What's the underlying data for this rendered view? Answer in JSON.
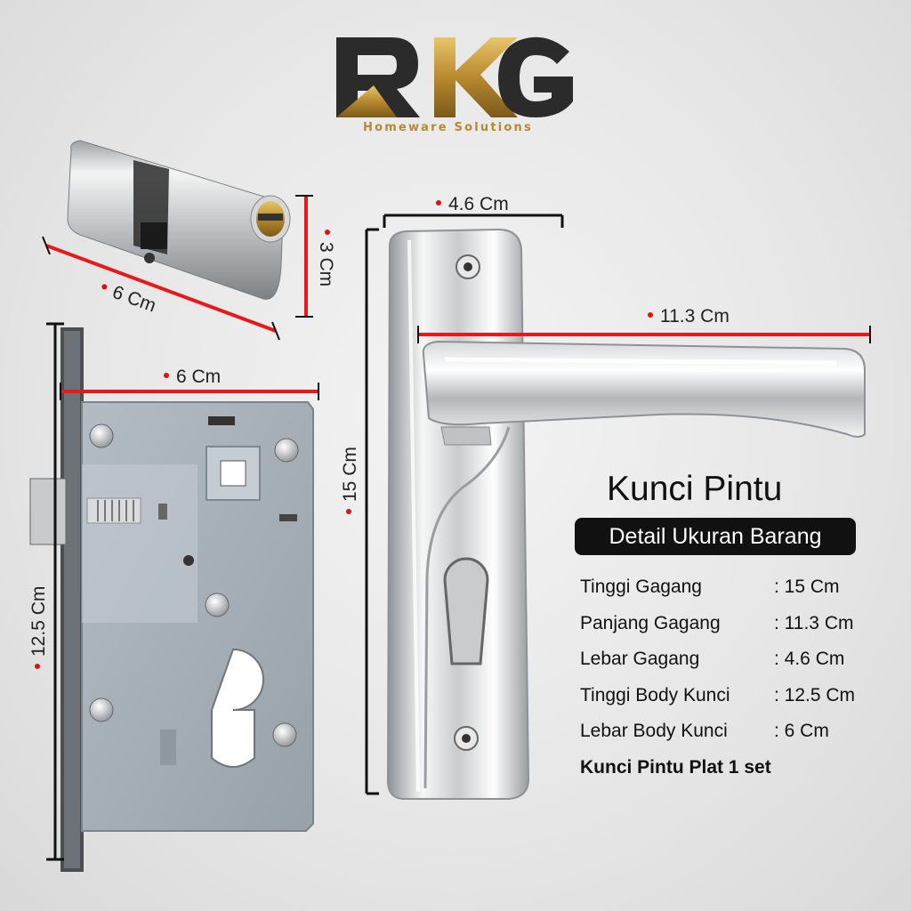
{
  "brand": {
    "logo_text": "RKG",
    "tagline": "Homeware Solutions",
    "gold": "#b8892e",
    "dark": "#2b2b2b"
  },
  "dimensions": {
    "cylinder_length": "6 Cm",
    "cylinder_height": "3 Cm",
    "lock_body_width": "6 Cm",
    "lock_body_height": "12.5 Cm",
    "plate_width": "4.6 Cm",
    "plate_height": "15 Cm",
    "handle_length": "11.3 Cm"
  },
  "colors": {
    "dimension_line": "#e8191b",
    "bracket": "#111111",
    "lock_body": "#a9b2b9"
  },
  "title": "Kunci Pintu",
  "badge": "Detail Ukuran Barang",
  "specs": [
    {
      "label": "Tinggi Gagang",
      "value": ": 15 Cm"
    },
    {
      "label": "Panjang Gagang",
      "value": ": 11.3 Cm"
    },
    {
      "label": "Lebar Gagang",
      "value": ": 4.6 Cm"
    },
    {
      "label": "Tinggi Body Kunci",
      "value": ": 12.5 Cm"
    },
    {
      "label": "Lebar Body Kunci",
      "value": ": 6 Cm"
    }
  ],
  "footer_note": "Kunci Pintu Plat 1 set"
}
